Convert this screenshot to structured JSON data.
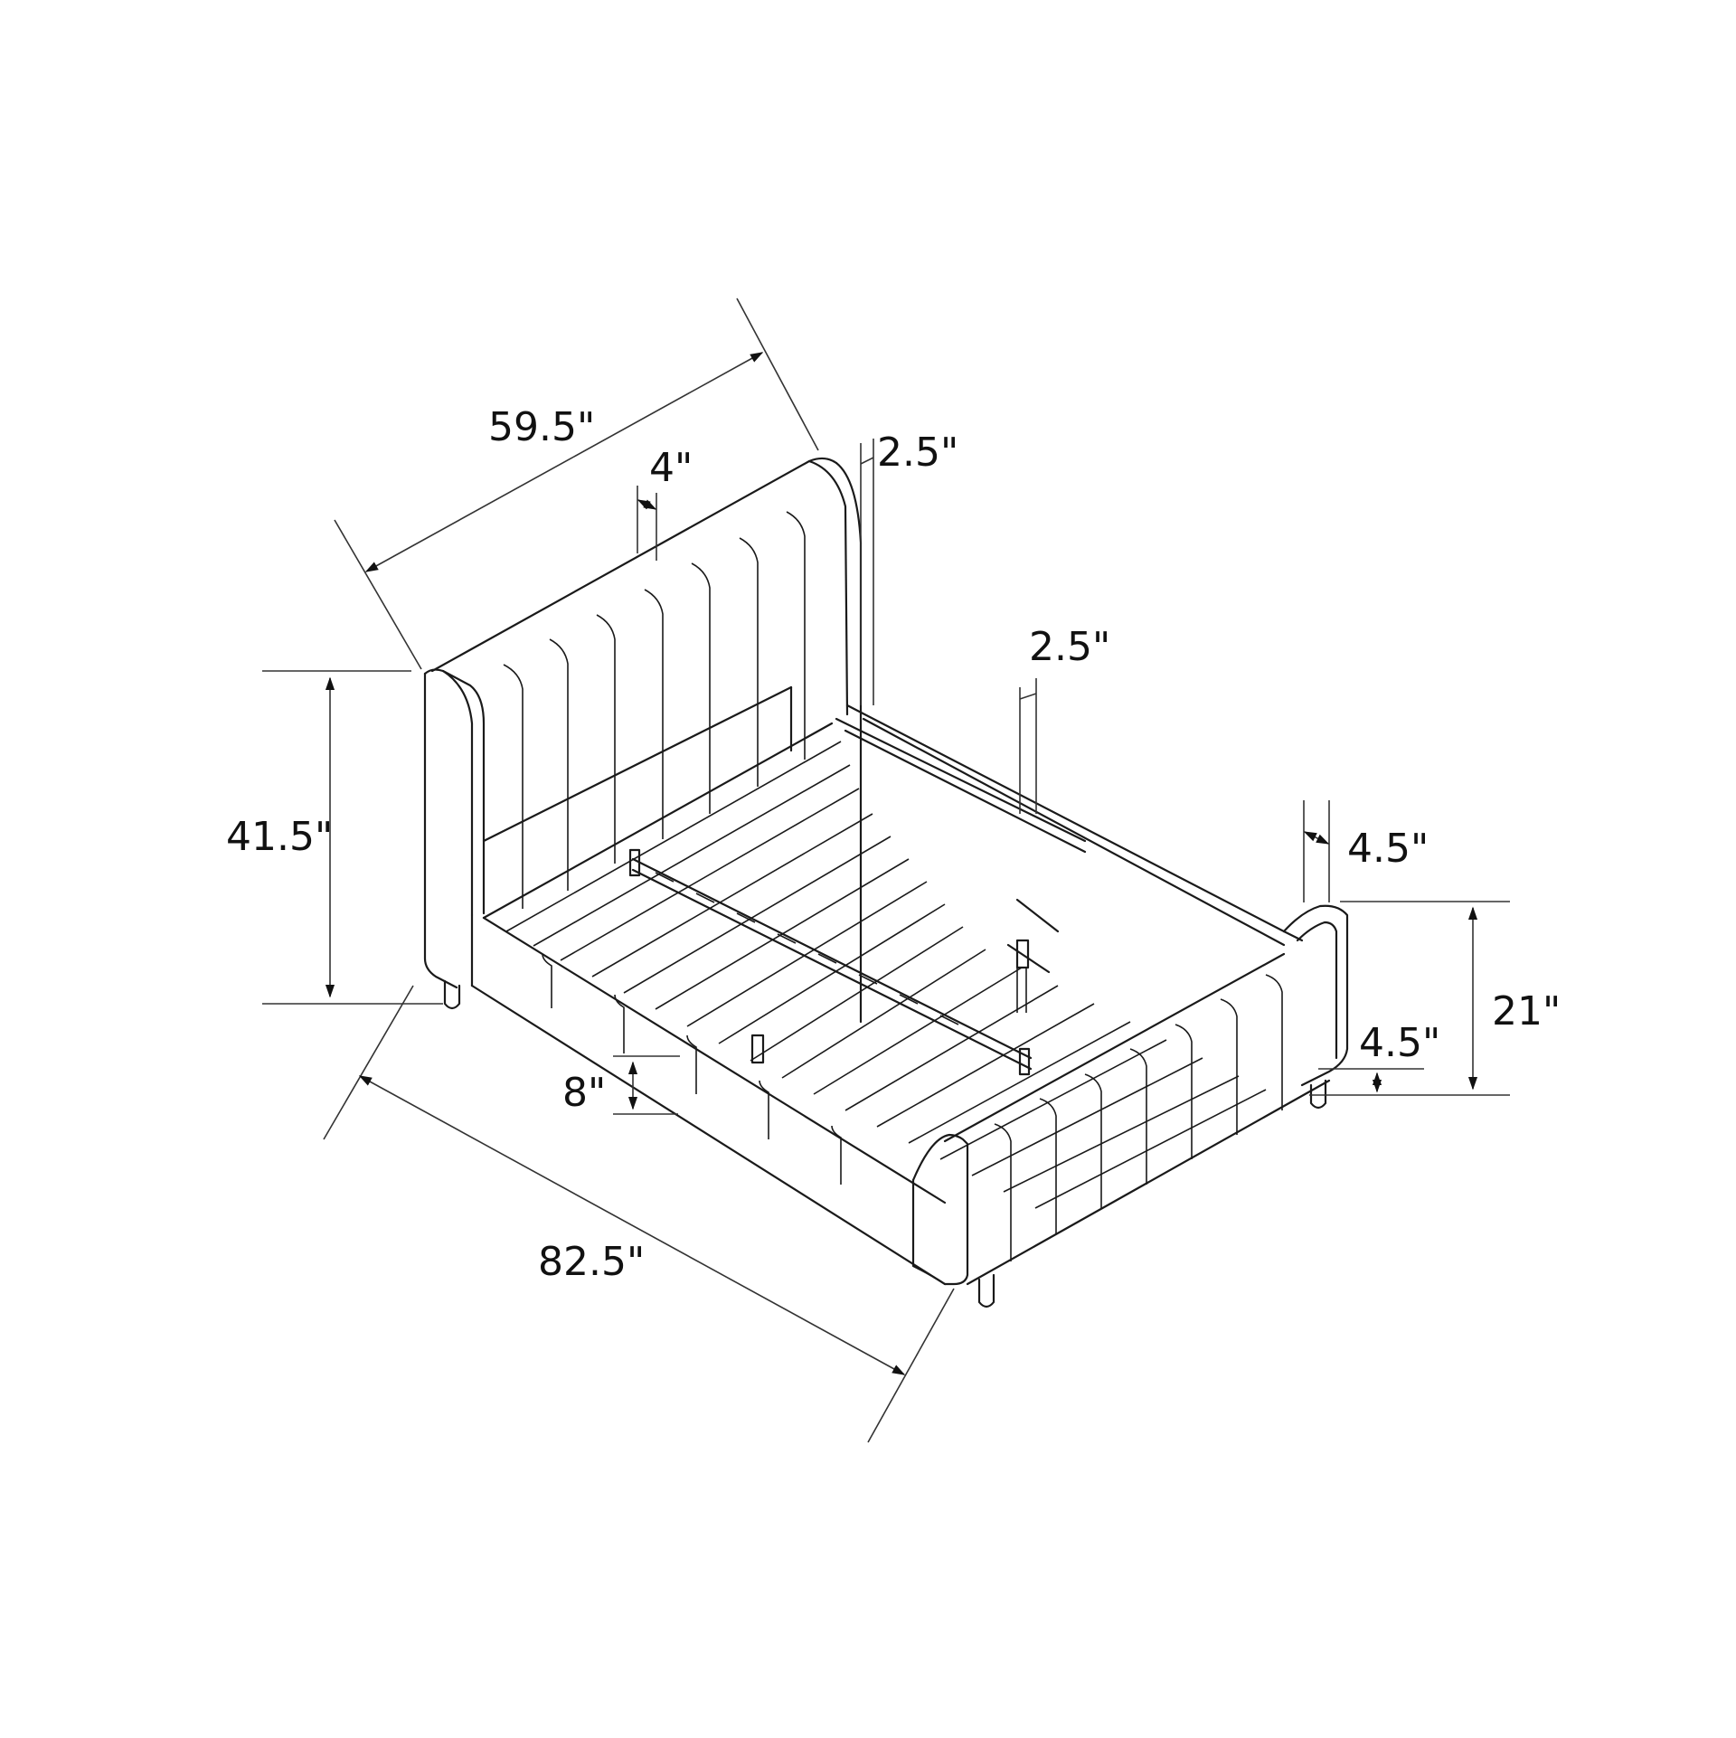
{
  "diagram": {
    "subject": "Upholstered bed frame with channel-tufted headboard and footboard, slatted base",
    "colors": {
      "background": "#ffffff",
      "line": "#1a1a1a"
    },
    "dimensions": {
      "overall_width": "59.5\"",
      "headboard_channel_width": "4\"",
      "headboard_depth": "2.5\"",
      "side_rail_thickness": "2.5\"",
      "headboard_height": "41.5\"",
      "footboard_depth": "4.5\"",
      "footboard_height": "21\"",
      "leg_height": "4.5\"",
      "side_rail_height": "8\"",
      "overall_length": "82.5\""
    }
  }
}
